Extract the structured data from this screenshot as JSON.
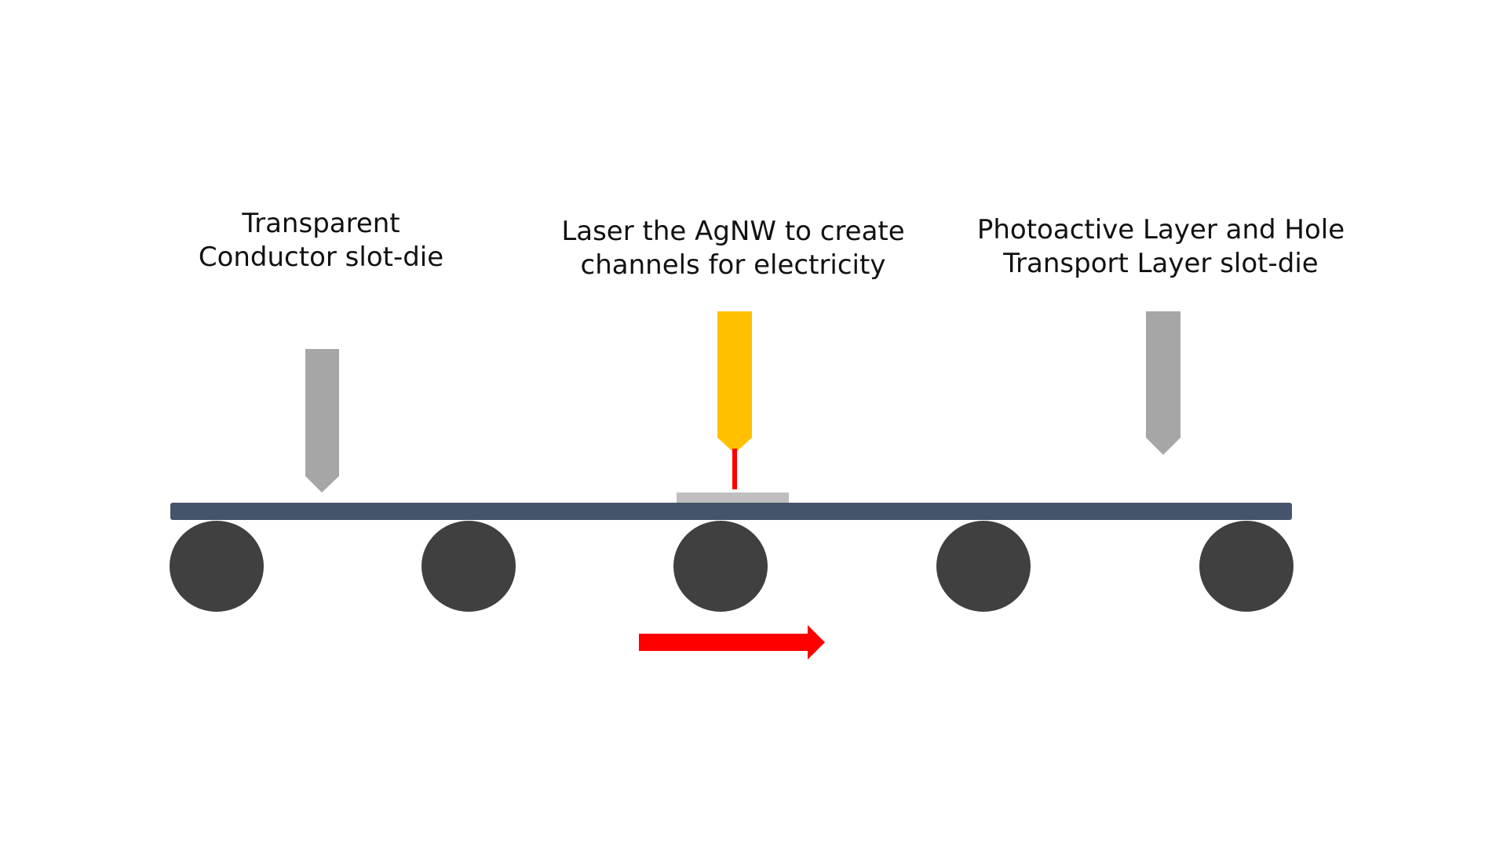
{
  "labels": {
    "transparent_conductor": {
      "line1": "Transparent",
      "line2": "Conductor slot-die"
    },
    "laser": {
      "line1": "Laser the AgNW to create",
      "line2": "channels for electricity"
    },
    "photoactive": {
      "line1": "Photoactive Layer and Hole",
      "line2": "Transport Layer slot-die"
    }
  },
  "colors": {
    "slot_die": "#a6a6a6",
    "laser_head": "#ffc000",
    "laser_beam": "#ff0000",
    "substrate": "#44546a",
    "coated_patch": "#bfbfbf",
    "rollers": "#404040",
    "direction_arrow": "#ff0000"
  },
  "rollers": {
    "count": 5
  }
}
